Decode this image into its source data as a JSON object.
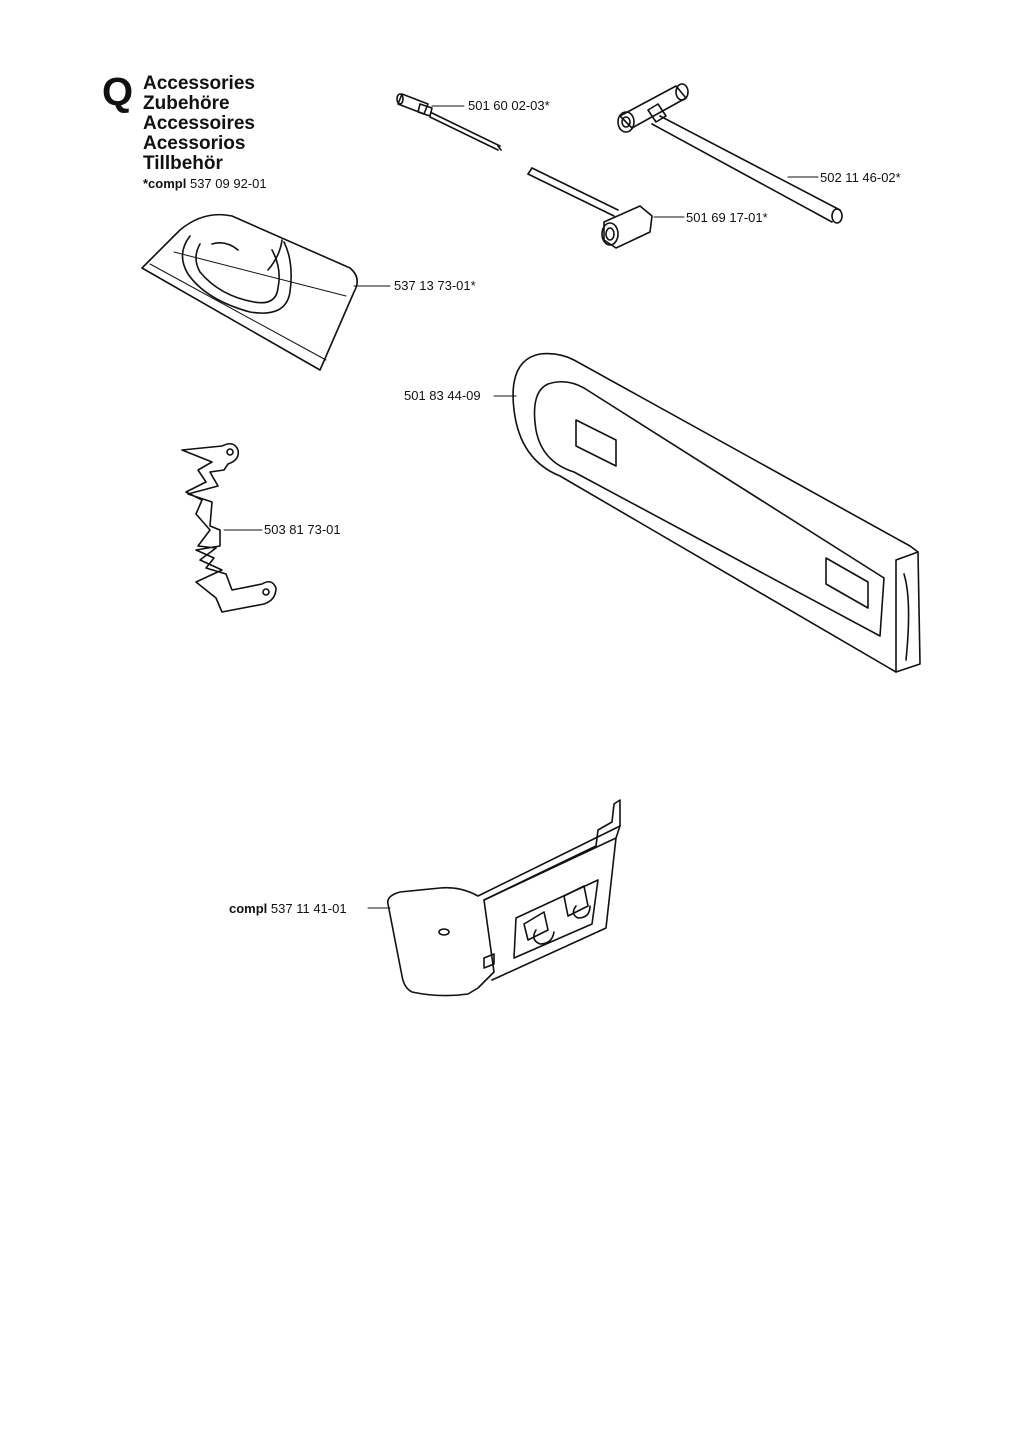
{
  "section": {
    "letter": "Q",
    "titles": [
      "Accessories",
      "Zubehöre",
      "Accessoires",
      "Acessorios",
      "Tillbehör"
    ],
    "compl_prefix": "*compl",
    "compl_number": "537 09 92-01"
  },
  "parts": [
    {
      "id": "screwdriver",
      "label": "501 60 02-03*"
    },
    {
      "id": "t-wrench",
      "label": "502 11 46-02*"
    },
    {
      "id": "socket-wrench",
      "label": "501 69 17-01*"
    },
    {
      "id": "bag",
      "label": "537 13 73-01*"
    },
    {
      "id": "bar-guard",
      "label": "501 83 44-09"
    },
    {
      "id": "spur-plate",
      "label": "503 81 73-01"
    },
    {
      "id": "clutch-cover",
      "prefix": "compl",
      "label": "537 11 41-01"
    }
  ]
}
